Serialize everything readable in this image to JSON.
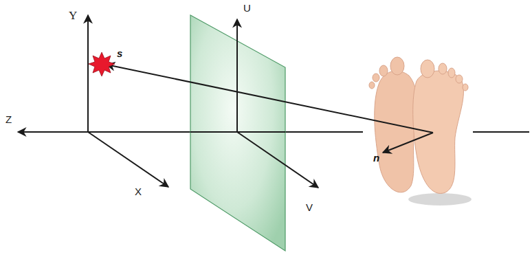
{
  "diagram": {
    "labels": [
      "Y",
      "U",
      "Z",
      "X",
      "V",
      "s",
      "n"
    ]
  }
}
